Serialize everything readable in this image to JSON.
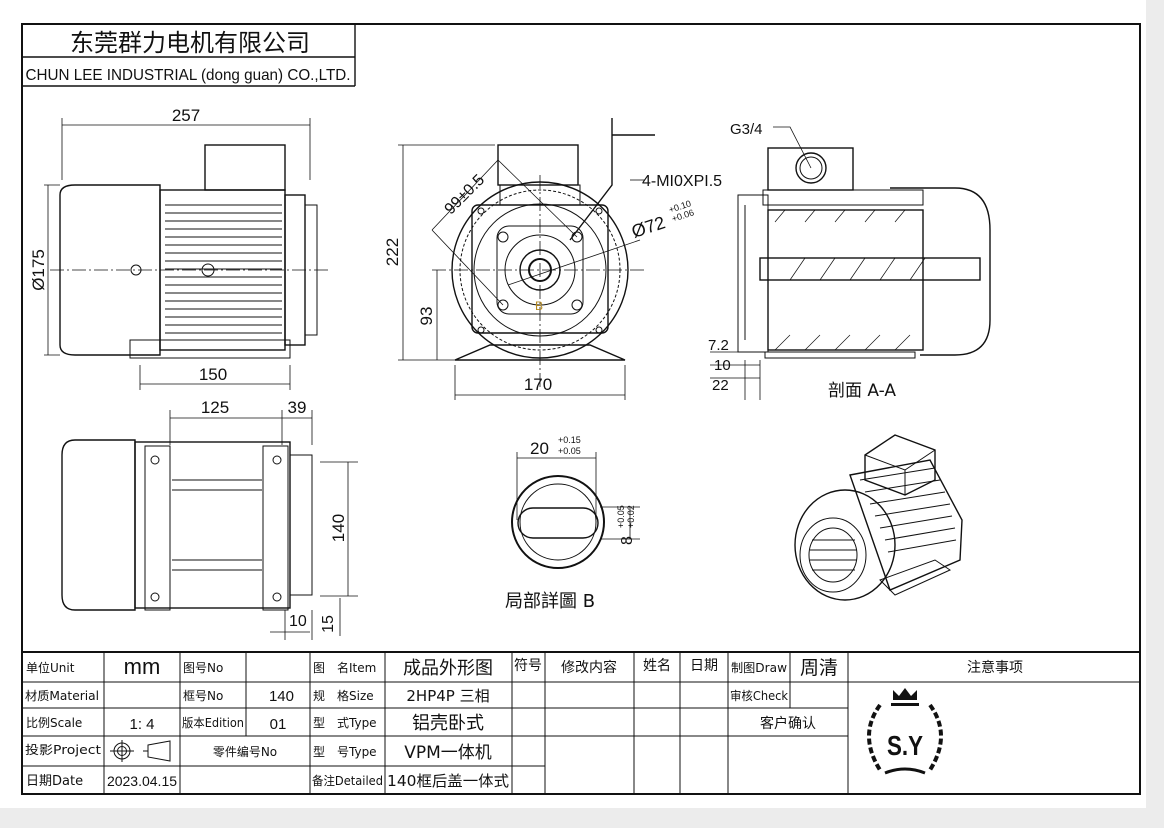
{
  "header": {
    "company_cn": "东莞群力电机有限公司",
    "company_en": "CHUN LEE INDUSTRIAL (dong guan) CO.,LTD."
  },
  "dimensions": {
    "side_length": "257",
    "side_diameter": "Ø175",
    "side_foot": "150",
    "front_height": "222",
    "front_center_height": "93",
    "front_width": "170",
    "front_pcd": "99±0.5",
    "front_bolt": "4-MI0XPI.5",
    "front_spigot": "Ø72",
    "front_spigot_tol_upper": "+0.10",
    "front_spigot_tol_lower": "+0.06",
    "section_g": "G3/4",
    "section_d1": "7.2",
    "section_d2": "10",
    "section_d3": "22",
    "section_label": "剖面 A-A",
    "bottom_len1": "125",
    "bottom_len2": "39",
    "bottom_width": "140",
    "bottom_d10": "10",
    "bottom_d15": "15",
    "detail_width": "20",
    "detail_width_tol_upper": "+0.15",
    "detail_width_tol_lower": "+0.05",
    "detail_height": "8",
    "detail_height_tol_upper": "+0.05",
    "detail_height_tol_lower": "+0.02",
    "detail_label": "局部詳圖 B",
    "marker_b": "B"
  },
  "title_block": {
    "unit_label": "单位Unit",
    "unit_value": "mm",
    "drawing_no_label": "图号No",
    "drawing_no_value": "",
    "item_label": "图　名Item",
    "item_value": "成品外形图",
    "material_label": "材质Material",
    "material_value": "",
    "frame_label": "框号No",
    "frame_value": "140",
    "size_label": "规　格Size",
    "size_value": "2HP4P  三相",
    "scale_label": "比例Scale",
    "scale_value": "1:  4",
    "edition_label": "版本Edition",
    "edition_value": "01",
    "type_label": "型　式Type",
    "type_value": "铝壳卧式",
    "projection_label": "投影Project",
    "part_no_label": "零件编号No",
    "model_label": "型　号Type",
    "model_value": "VPM一体机",
    "date_label": "日期Date",
    "date_value": "2023.04.15",
    "remark_label": "备注Detailed",
    "remark_value": "140框后盖一体式",
    "rev_headers": [
      "符号",
      "修改内容",
      "姓名",
      "日期"
    ],
    "draw_label": "制图Draw",
    "draw_value": "周清",
    "check_label": "审核Check",
    "customer_label": "客户确认",
    "notes_label": "注意事项",
    "logo_text": "S.Y"
  }
}
